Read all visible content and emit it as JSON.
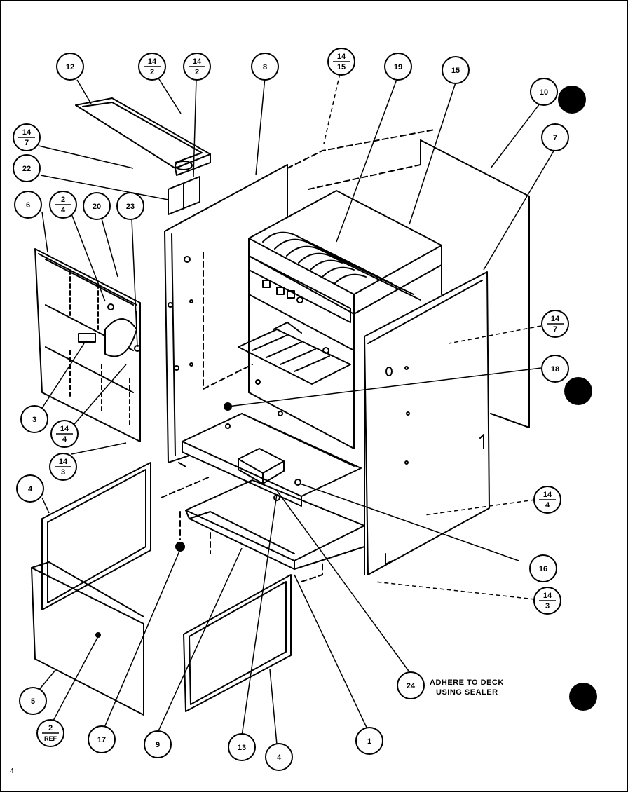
{
  "diagram": {
    "callouts": [
      {
        "id": "c12",
        "label": "12"
      },
      {
        "id": "c14-2a",
        "num": "14",
        "den": "2"
      },
      {
        "id": "c14-2b",
        "num": "14",
        "den": "2"
      },
      {
        "id": "c8",
        "label": "8"
      },
      {
        "id": "c14-15",
        "num": "14",
        "den": "15"
      },
      {
        "id": "c19",
        "label": "19"
      },
      {
        "id": "c15",
        "label": "15"
      },
      {
        "id": "c10",
        "label": "10"
      },
      {
        "id": "c7",
        "label": "7"
      },
      {
        "id": "c14-7a",
        "num": "14",
        "den": "7"
      },
      {
        "id": "c22",
        "label": "22"
      },
      {
        "id": "c6",
        "label": "6"
      },
      {
        "id": "c2-4",
        "num": "2",
        "den": "4"
      },
      {
        "id": "c20",
        "label": "20"
      },
      {
        "id": "c23",
        "label": "23"
      },
      {
        "id": "c14-7b",
        "num": "14",
        "den": "7"
      },
      {
        "id": "c18",
        "label": "18"
      },
      {
        "id": "c3",
        "label": "3"
      },
      {
        "id": "c14-4a",
        "num": "14",
        "den": "4"
      },
      {
        "id": "c14-3a",
        "num": "14",
        "den": "3"
      },
      {
        "id": "c4a",
        "label": "4"
      },
      {
        "id": "c14-4b",
        "num": "14",
        "den": "4"
      },
      {
        "id": "c16",
        "label": "16"
      },
      {
        "id": "c14-3b",
        "num": "14",
        "den": "3"
      },
      {
        "id": "c5",
        "label": "5"
      },
      {
        "id": "c2-ref",
        "num": "2",
        "den": "REF"
      },
      {
        "id": "c17",
        "label": "17"
      },
      {
        "id": "c9",
        "label": "9"
      },
      {
        "id": "c13",
        "label": "13"
      },
      {
        "id": "c4b",
        "label": "4"
      },
      {
        "id": "c1",
        "label": "1"
      },
      {
        "id": "c24",
        "label": "24"
      }
    ],
    "note_line1": "ADHERE TO DECK",
    "note_line2": "USING SEALER",
    "corner_mark": "4"
  }
}
